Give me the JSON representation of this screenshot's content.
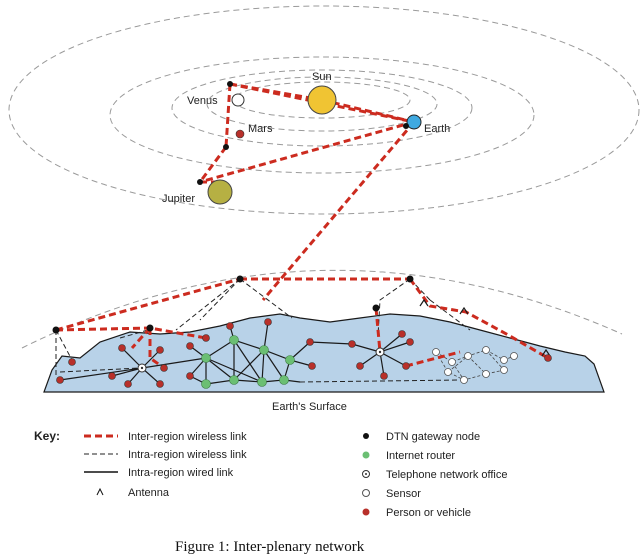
{
  "planets": {
    "sun": "Sun",
    "venus": "Venus",
    "mars": "Mars",
    "earth": "Earth",
    "jupiter": "Jupiter"
  },
  "surface_label": "Earth's Surface",
  "key": {
    "title": "Key:",
    "lines": [
      {
        "label": "Inter-region wireless link"
      },
      {
        "label": "Intra-region wireless link"
      },
      {
        "label": "Intra-region wired link"
      },
      {
        "label": "Antenna"
      }
    ],
    "nodes": [
      {
        "label": "DTN gateway node"
      },
      {
        "label": "Internet router"
      },
      {
        "label": "Telephone network office"
      },
      {
        "label": "Sensor"
      },
      {
        "label": "Person or vehicle"
      }
    ]
  },
  "caption": "Figure 1:   Inter-plenary network",
  "colors": {
    "inter_link": "#cc2b1f",
    "dtn_gateway": "#111111",
    "router": "#6bbf73",
    "sensor": "#ffffff",
    "person": "#b8302a",
    "land": "#b8d2e8",
    "sun": "#f0c433",
    "earth": "#3fa9e0",
    "jupiter": "#b6b043"
  }
}
